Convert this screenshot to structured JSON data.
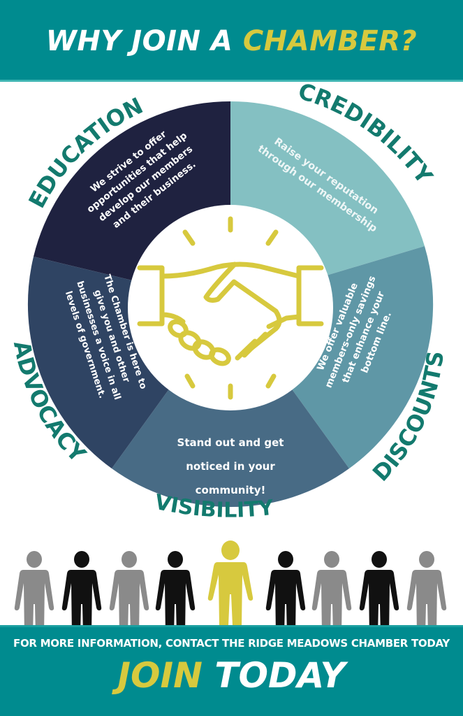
{
  "header": {
    "title_part1": "WHY JOIN A ",
    "title_part2": "CHAMBER?"
  },
  "benefits": [
    {
      "id": "education",
      "title": "EDUCATION",
      "lines": [
        "We strive to offer",
        "opportunities that help",
        "develop our members",
        "and their business."
      ],
      "color": "#1f2240"
    },
    {
      "id": "credibility",
      "title": "CREDIBILITY",
      "lines": [
        "Raise your reputation",
        "through our membership"
      ],
      "color": "#84c0c2"
    },
    {
      "id": "discounts",
      "title": "DISCOUNTS",
      "lines": [
        "We offer valuable",
        "members-only savings",
        "that enhance your",
        "bottom line."
      ],
      "color": "#5f97a6"
    },
    {
      "id": "visibility",
      "title": "VISIBILITY",
      "lines": [
        "Stand out and get",
        "noticed in your",
        "community!"
      ],
      "color": "#486b85"
    },
    {
      "id": "advocacy",
      "title": "ADVOCACY",
      "lines": [
        "The Chamber is here to",
        "give you and other",
        "businesses a voice in all",
        "levels of government."
      ],
      "color": "#2f4463"
    }
  ],
  "center_icon": "handshake-icon",
  "people_row": {
    "count": 9,
    "highlight_index": 4,
    "colors": [
      "#8a8a8a",
      "#111111",
      "#8a8a8a",
      "#111111",
      "#d7c93e",
      "#111111",
      "#8a8a8a",
      "#111111",
      "#8a8a8a"
    ]
  },
  "footer": {
    "contact": "FOR MORE INFORMATION, CONTACT THE RIDGE MEADOWS CHAMBER TODAY",
    "cta_part1": "JOIN",
    "cta_part2": " TODAY"
  },
  "colors": {
    "teal_banner": "#008b8f",
    "accent_yellow": "#d7c93e",
    "title_green": "#137a6e"
  }
}
